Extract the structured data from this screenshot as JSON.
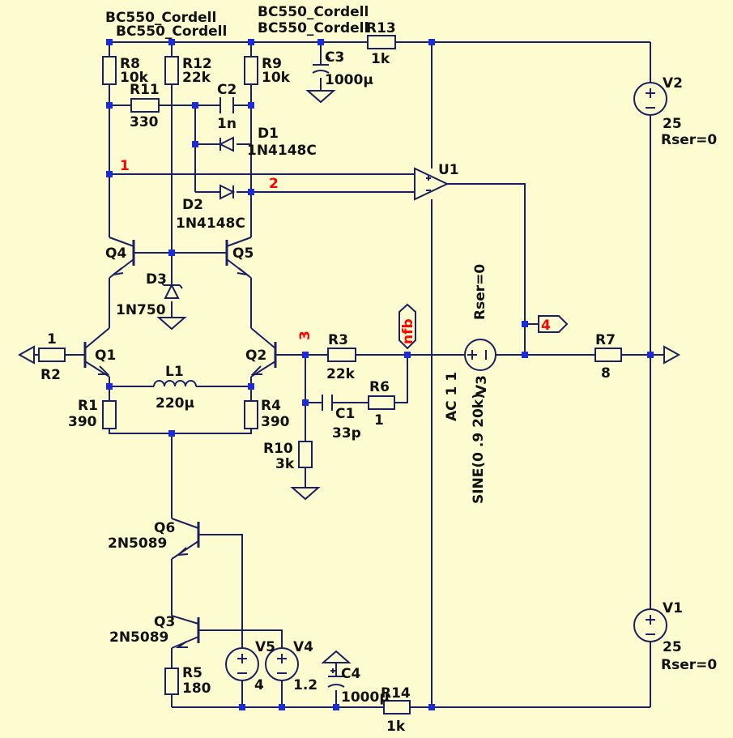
{
  "colors": {
    "background": "#fdfbd0",
    "wire": "#1a2060",
    "junction": "#1a2adc",
    "net_label": "#ff0000",
    "text": "#111111"
  },
  "models": {
    "q4_model": "BC550_Cordell",
    "q5_model": "BC550_Cordell",
    "d1_model": "1N4148C",
    "d2_model": "1N4148C",
    "q6_model": "2N5089",
    "q3_model": "2N5089",
    "d3_model": "1N750",
    "extra_model_1": "BC550_Cordell",
    "extra_model_2": "BC550_Cordell"
  },
  "components": {
    "r8": {
      "name": "R8",
      "value": "10k"
    },
    "r12": {
      "name": "R12",
      "value": "22k"
    },
    "r9": {
      "name": "R9",
      "value": "10k"
    },
    "c3": {
      "name": "C3",
      "value": "1000µ"
    },
    "r13": {
      "name": "R13",
      "value": "1k"
    },
    "r11": {
      "name": "R11",
      "value": "330"
    },
    "c2": {
      "name": "C2",
      "value": "1n"
    },
    "d1": {
      "name": "D1"
    },
    "d2": {
      "name": "D2"
    },
    "u1": {
      "name": "U1"
    },
    "q4": {
      "name": "Q4"
    },
    "q5": {
      "name": "Q5"
    },
    "d3": {
      "name": "D3"
    },
    "q1": {
      "name": "Q1"
    },
    "q2": {
      "name": "Q2"
    },
    "r2": {
      "name": "R2",
      "value": "1"
    },
    "l1": {
      "name": "L1",
      "value": "220µ"
    },
    "r1": {
      "name": "R1",
      "value": "390"
    },
    "r4": {
      "name": "R4",
      "value": "390"
    },
    "r3": {
      "name": "R3",
      "value": "22k"
    },
    "r6": {
      "name": "R6",
      "value": "1"
    },
    "c1": {
      "name": "C1",
      "value": "33p"
    },
    "r10": {
      "name": "R10",
      "value": "3k"
    },
    "v3": {
      "name": "V3",
      "rser": "Rser=0",
      "ac": "AC 1 1",
      "sine": "SINE(0 .9 20k)"
    },
    "r7": {
      "name": "R7",
      "value": "8"
    },
    "v2": {
      "name": "V2",
      "value": "25",
      "rser": "Rser=0"
    },
    "v1": {
      "name": "V1",
      "value": "25",
      "rser": "Rser=0"
    },
    "q6": {
      "name": "Q6"
    },
    "q3": {
      "name": "Q3"
    },
    "r5": {
      "name": "R5",
      "value": "180"
    },
    "v5": {
      "name": "V5",
      "value": "4"
    },
    "v4": {
      "name": "V4",
      "value": "1.2"
    },
    "c4": {
      "name": "C4",
      "value": "1000µ"
    },
    "r14": {
      "name": "R14",
      "value": "1k"
    }
  },
  "nets": {
    "n1": "1",
    "n2": "2",
    "n3": "3",
    "n4": "4",
    "nfb": "nfb"
  }
}
